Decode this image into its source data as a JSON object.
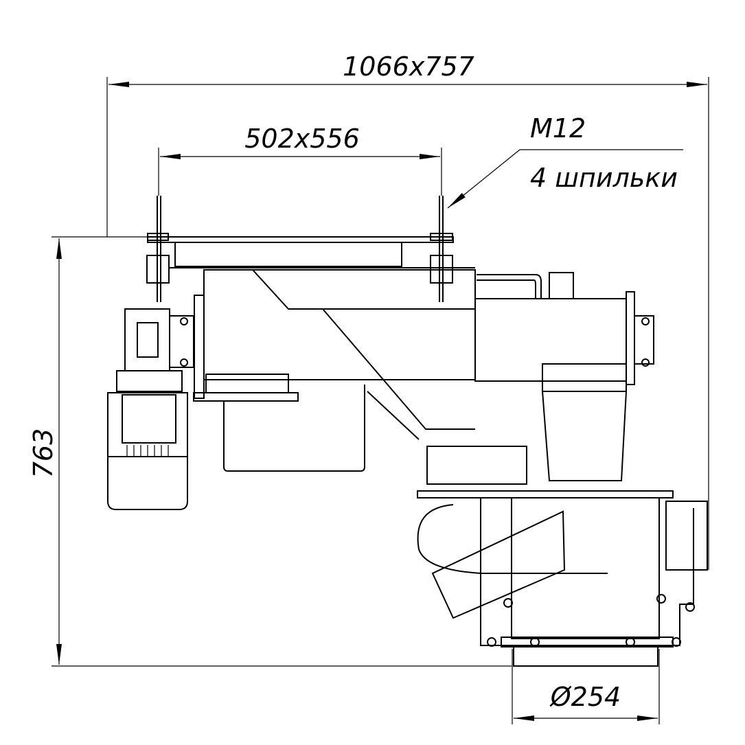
{
  "dimensions": {
    "overall_width": "1066x757",
    "flange_spacing": "502x556",
    "height": "763",
    "outlet_diameter": "Ø254"
  },
  "callout": {
    "thread": "M12",
    "studs": "4 шпильки"
  },
  "colors": {
    "line": "#000000",
    "background": "#ffffff"
  }
}
